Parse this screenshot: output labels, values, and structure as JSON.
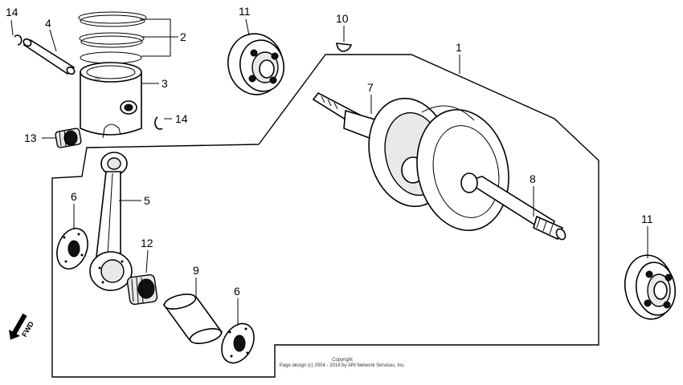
{
  "diagram": {
    "callouts": [
      {
        "id": "c14a",
        "text": "14"
      },
      {
        "id": "c4",
        "text": "4"
      },
      {
        "id": "c2",
        "text": "2"
      },
      {
        "id": "c3",
        "text": "3"
      },
      {
        "id": "c14b",
        "text": "14"
      },
      {
        "id": "c13",
        "text": "13"
      },
      {
        "id": "c11a",
        "text": "11"
      },
      {
        "id": "c10",
        "text": "10"
      },
      {
        "id": "c1",
        "text": "1"
      },
      {
        "id": "c7",
        "text": "7"
      },
      {
        "id": "c8",
        "text": "8"
      },
      {
        "id": "c6a",
        "text": "6"
      },
      {
        "id": "c5",
        "text": "5"
      },
      {
        "id": "c12",
        "text": "12"
      },
      {
        "id": "c9",
        "text": "9"
      },
      {
        "id": "c6b",
        "text": "6"
      },
      {
        "id": "c11b",
        "text": "11"
      }
    ],
    "fwd_label": "FWD",
    "copyright_line1": "Copyright",
    "copyright_line2": "Page design (c) 2004 - 2014 by ARI Network Services, Inc."
  }
}
